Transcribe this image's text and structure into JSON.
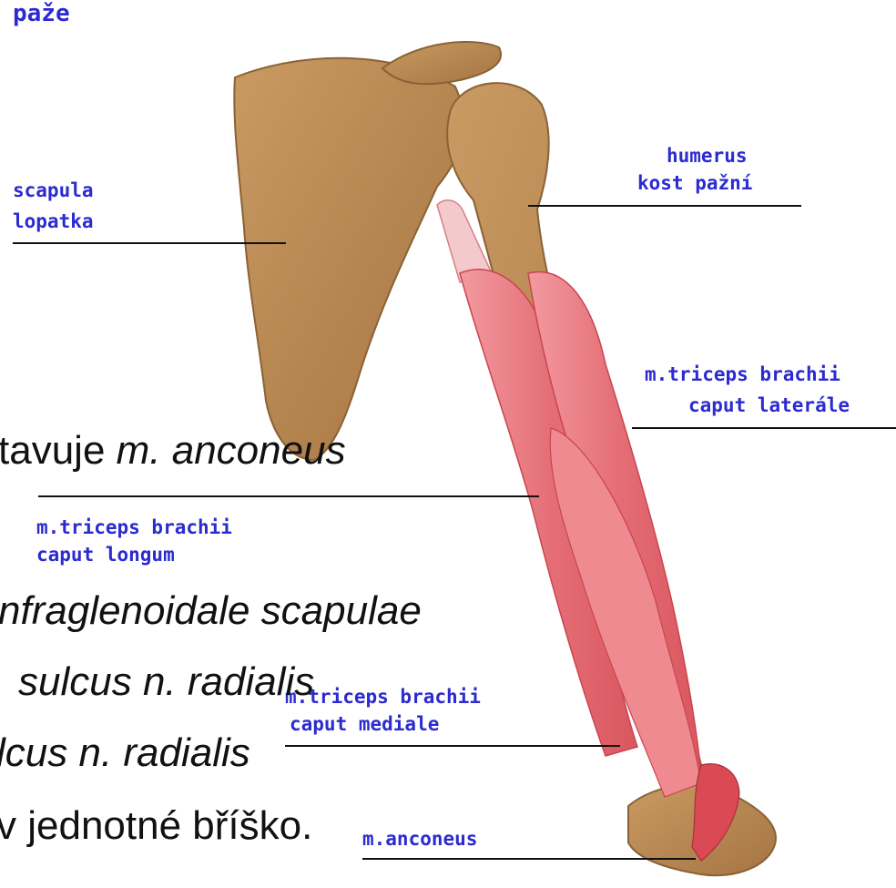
{
  "colors": {
    "bone": "#b98a55",
    "bone_dark": "#8a6235",
    "muscle": "#e8737a",
    "muscle_light": "#f3a4aa",
    "label": "#2b2bd0"
  },
  "labels": {
    "title": "paže",
    "scapula": "scapula",
    "scapula_cz": "lopatka",
    "humerus": "humerus",
    "humerus_cz": "kost pažní",
    "lateral_1": "m.triceps brachii",
    "lateral_2": "caput laterále",
    "longum_1": "m.triceps brachii",
    "longum_2": "caput longum",
    "mediale_1": "m.triceps brachii",
    "mediale_2": "caput mediale",
    "anconeus": "m.anconeus"
  },
  "overlay": {
    "line1_plain": "tavuje ",
    "line1_italic": "m. anconeus",
    "line2_italic": "nfraglenoidale scapulae",
    "line3_italic": "sulcus n. radialis",
    "line4_italic": "lcus n. radialis",
    "line5_plain": "v jednotné bříško."
  }
}
